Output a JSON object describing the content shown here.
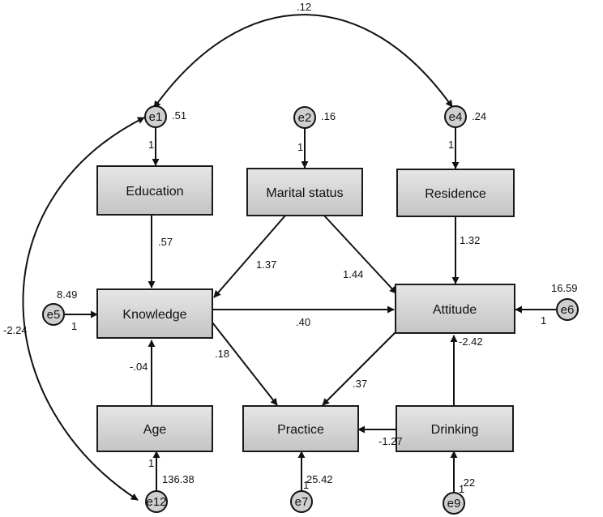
{
  "nodes": {
    "education": "Education",
    "marital": "Marital status",
    "residence": "Residence",
    "knowledge": "Knowledge",
    "attitude": "Attitude",
    "age": "Age",
    "practice": "Practice",
    "drinking": "Drinking"
  },
  "errors": {
    "e1": {
      "name": "e1",
      "variance": ".51",
      "load": "1"
    },
    "e2": {
      "name": "e2",
      "variance": ".16",
      "load": "1"
    },
    "e4": {
      "name": "e4",
      "variance": ".24",
      "load": "1"
    },
    "e5": {
      "name": "e5",
      "variance": "8.49",
      "load": "1"
    },
    "e6": {
      "name": "e6",
      "variance": "16.59",
      "load": "1"
    },
    "e7": {
      "name": "e7",
      "variance": "25.42",
      "load": "1"
    },
    "e9": {
      "name": "e9",
      "variance": ".22",
      "load": "1"
    },
    "e12": {
      "name": "e12",
      "variance": "136.38",
      "load": "1"
    }
  },
  "paths": {
    "edu_know": ".57",
    "mar_know": "1.37",
    "mar_att": "1.44",
    "res_att": "1.32",
    "know_att": ".40",
    "know_prac": ".18",
    "att_prac": ".37",
    "age_know": "-.04",
    "drink_att": "-2.42",
    "drink_prac": "-1.27"
  },
  "covariances": {
    "e1_e4": ".12",
    "e1_e12": "-2.24"
  }
}
